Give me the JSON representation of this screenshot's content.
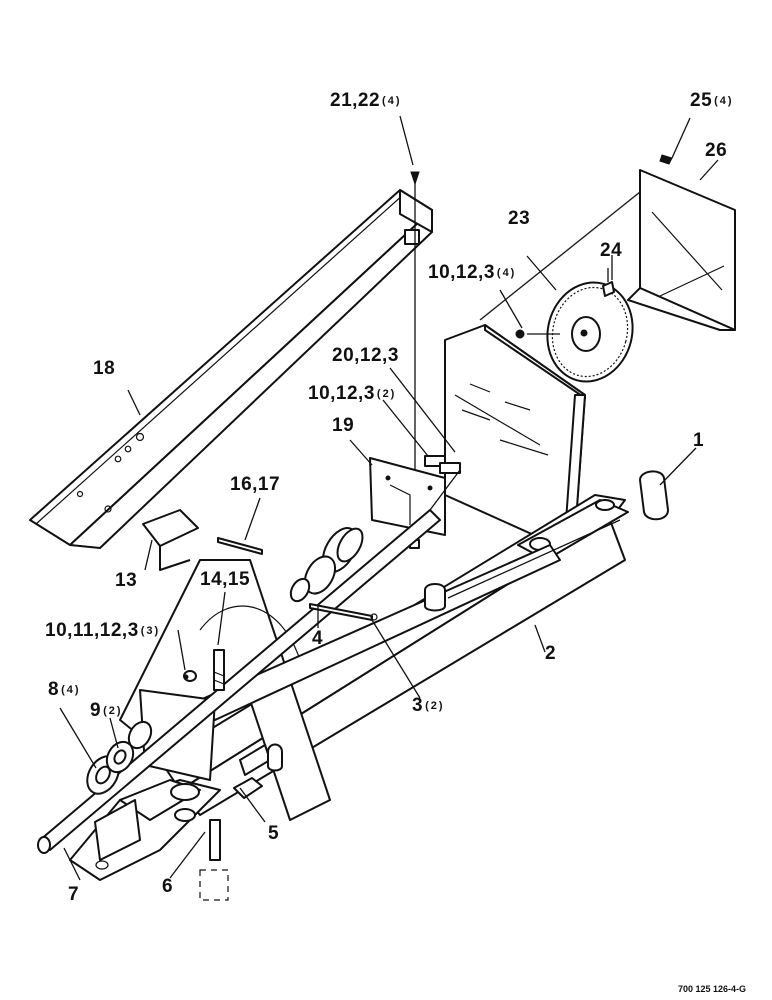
{
  "callouts": {
    "c1": "1",
    "c2": "2",
    "c3": "3",
    "c3_qty": "(2)",
    "c4": "4",
    "c5": "5",
    "c6": "6",
    "c7": "7",
    "c8": "8",
    "c8_qty": "(4)",
    "c9": "9",
    "c9_qty": "(2)",
    "c10_11_12_3": "10,11,12,3",
    "c10_11_12_3_qty": "(3)",
    "c10_12_3_a": "10,12,3",
    "c10_12_3_a_qty": "(4)",
    "c10_12_3_b": "10,12,3",
    "c10_12_3_b_qty": "(2)",
    "c13": "13",
    "c14_15": "14,15",
    "c16_17": "16,17",
    "c18": "18",
    "c19": "19",
    "c20_12_3": "20,12,3",
    "c21_22": "21,22",
    "c21_22_qty": "(4)",
    "c23": "23",
    "c24": "24",
    "c25": "25",
    "c25_qty": "(4)",
    "c26": "26"
  },
  "document_id": "700 125 126-4-G"
}
